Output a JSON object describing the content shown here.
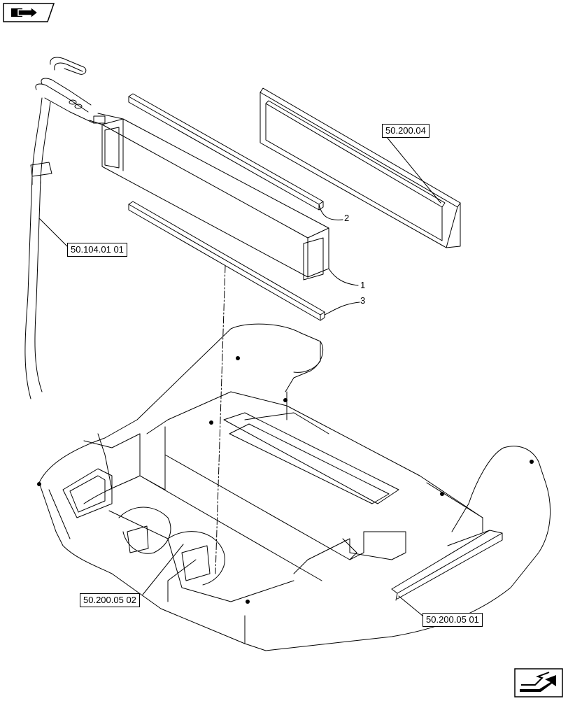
{
  "drawing": {
    "refs": {
      "pipes": "50.104.01 01",
      "filter": "50.200.04",
      "blower": "50.200.05 02",
      "housing": "50.200.05 01"
    },
    "items": {
      "core": "1",
      "seal_upper": "2",
      "seal_lower": "3"
    }
  },
  "icons": {
    "top_left": "book-arrow-icon",
    "bottom_right": "next-page-arrow-icon"
  }
}
